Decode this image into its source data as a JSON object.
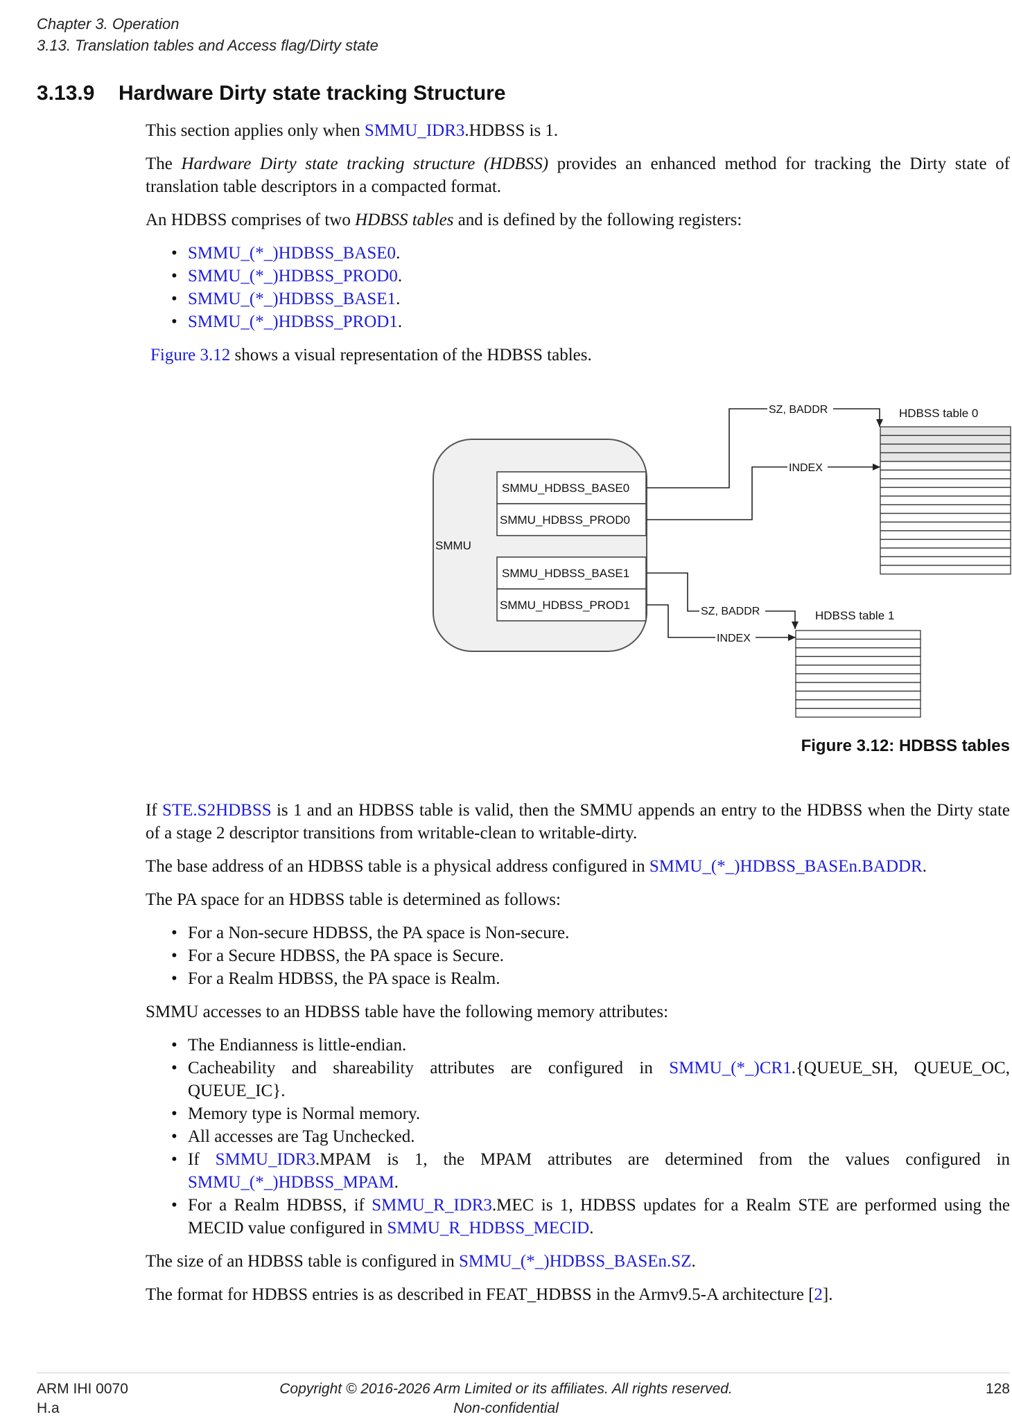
{
  "header": {
    "chapter": "Chapter 3.  Operation",
    "section": "3.13.  Translation tables and Access flag/Dirty state"
  },
  "heading": {
    "number": "3.13.9",
    "title": "Hardware Dirty state tracking Structure"
  },
  "p1": {
    "a": "This section applies only when ",
    "link": "SMMU_IDR3",
    "b": ".HDBSS is 1."
  },
  "p2": {
    "a": "The ",
    "em": "Hardware Dirty state tracking structure (HDBSS)",
    "b": " provides an enhanced method for tracking the Dirty state of translation table descriptors in a compacted format."
  },
  "p3": {
    "a": "An HDBSS comprises of two ",
    "em": "HDBSS tables",
    "b": " and is defined by the following registers:"
  },
  "registers": [
    "SMMU_(*_)HDBSS_BASE0",
    "SMMU_(*_)HDBSS_PROD0",
    "SMMU_(*_)HDBSS_BASE1",
    "SMMU_(*_)HDBSS_PROD1"
  ],
  "p4": {
    "link": "Figure 3.12",
    "b": " shows a visual representation of the HDBSS tables."
  },
  "diagram": {
    "smmu_label": "SMMU",
    "reg_base0": "SMMU_HDBSS_BASE0",
    "reg_prod0": "SMMU_HDBSS_PROD0",
    "reg_base1": "SMMU_HDBSS_BASE1",
    "reg_prod1": "SMMU_HDBSS_PROD1",
    "table0_label": "HDBSS table 0",
    "table1_label": "HDBSS table 1",
    "sz_baddr": "SZ, BADDR",
    "index": "INDEX"
  },
  "caption": "Figure 3.12: HDBSS tables",
  "p5": {
    "a": "If ",
    "link": "STE.S2HDBSS",
    "b": " is 1 and an HDBSS table is valid, then the SMMU appends an entry to the HDBSS when the Dirty state of a stage 2 descriptor transitions from writable-clean to writable-dirty."
  },
  "p6": {
    "a": "The base address of an HDBSS table is a physical address configured in ",
    "link": "SMMU_(*_)HDBSS_BASEn.BADDR",
    "b": "."
  },
  "p7": "The PA space for an HDBSS table is determined as follows:",
  "pa_list": [
    "For a Non-secure HDBSS, the PA space is Non-secure.",
    "For a Secure HDBSS, the PA space is Secure.",
    "For a Realm HDBSS, the PA space is Realm."
  ],
  "p8": "SMMU accesses to an HDBSS table have the following memory attributes:",
  "attr": {
    "i1": "The Endianness is little-endian.",
    "i2a": "Cacheability and shareability attributes are configured in ",
    "i2link": "SMMU_(*_)CR1",
    "i2b": ".{QUEUE_SH, QUEUE_OC, QUEUE_IC}.",
    "i3": "Memory type is Normal memory.",
    "i4": "All accesses are Tag Unchecked.",
    "i5a": "If ",
    "i5link1": "SMMU_IDR3",
    "i5b": ".MPAM is 1, the MPAM attributes are determined from the values configured in ",
    "i5link2": "SMMU_(*_)HDBSS_MPAM",
    "i5c": ".",
    "i6a": "For a Realm HDBSS, if ",
    "i6link1": "SMMU_R_IDR3",
    "i6b": ".MEC is 1, HDBSS updates for a Realm STE are performed using the MECID value configured in ",
    "i6link2": "SMMU_R_HDBSS_MECID",
    "i6c": "."
  },
  "p9": {
    "a": "The size of an HDBSS table is configured in ",
    "link": "SMMU_(*_)HDBSS_BASEn.SZ",
    "b": "."
  },
  "p10": {
    "a": "The format for HDBSS entries is as described in FEAT_HDBSS in the Armv9.5-A architecture [",
    "link": "2",
    "b": "]."
  },
  "footer": {
    "doc_id": "ARM IHI 0070",
    "version": "H.a",
    "copyright": "Copyright © 2016-2026 Arm Limited or its affiliates. All rights reserved.",
    "confidentiality": "Non-confidential",
    "page": "128"
  },
  "colors": {
    "link": "#1d1ddb",
    "smmu_fill": "#f0f0f0",
    "table_tint": "#e6e6e6"
  }
}
